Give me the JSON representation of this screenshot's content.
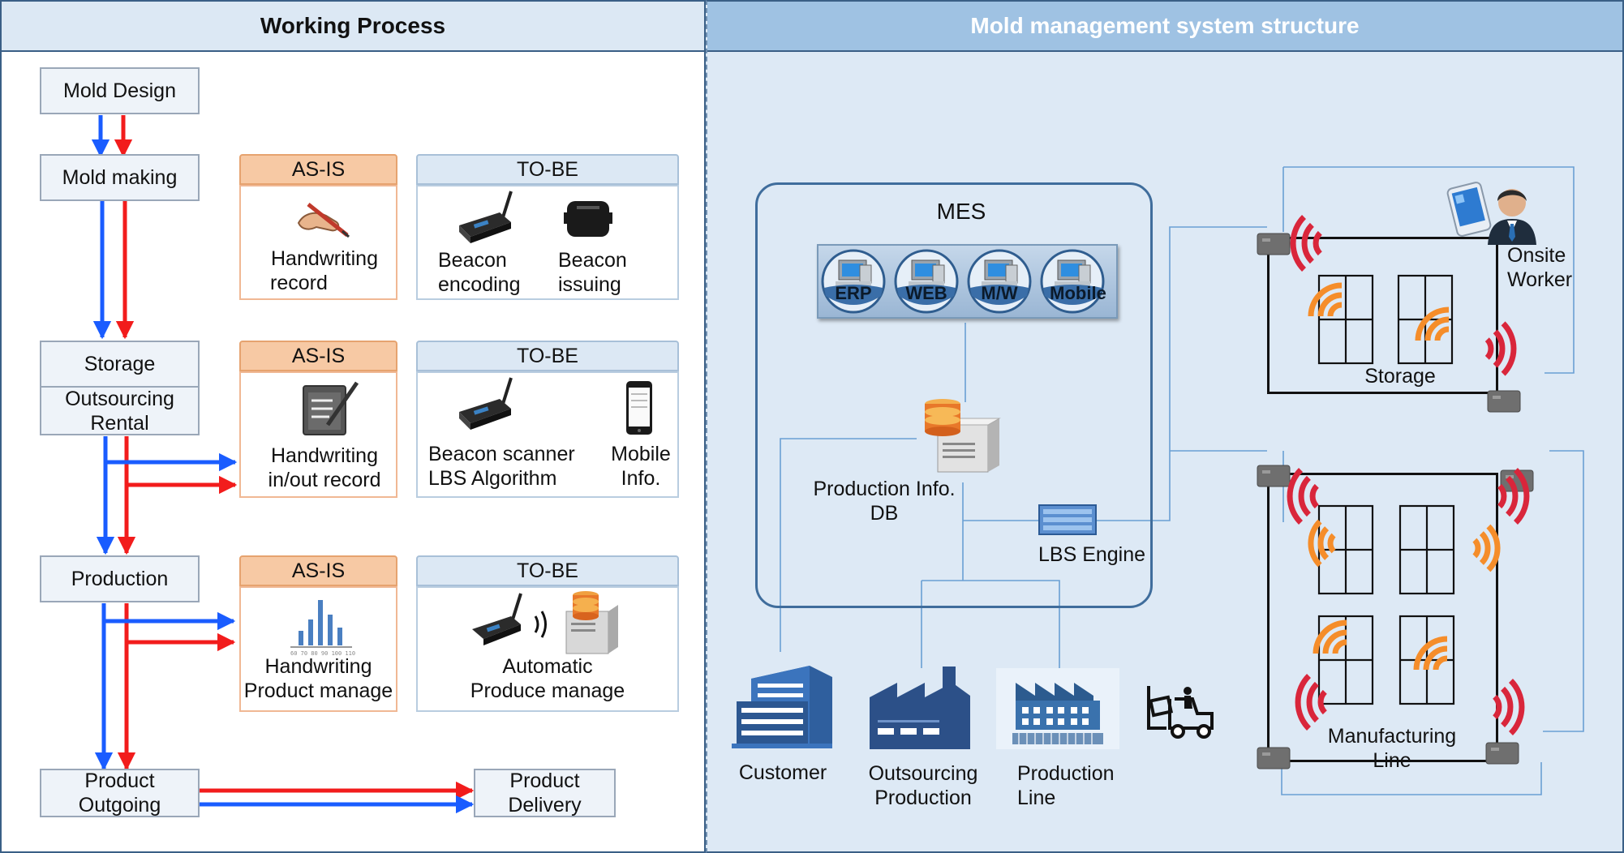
{
  "panels": {
    "left_title": "Working Process",
    "right_title": "Mold management system structure"
  },
  "process": {
    "mold_design": "Mold Design",
    "mold_making": "Mold making",
    "storage": "Storage",
    "outsourcing_rental": [
      "Outsourcing",
      "Rental"
    ],
    "production": "Production",
    "product_outgoing": [
      "Product",
      "Outgoing"
    ],
    "product_delivery": [
      "Product",
      "Delivery"
    ]
  },
  "compare": {
    "asis_label": "AS-IS",
    "tobe_label": "TO-BE",
    "row1": {
      "asis": [
        "Handwriting",
        "record"
      ],
      "tobe_a": [
        "Beacon",
        "encoding"
      ],
      "tobe_b": [
        "Beacon",
        "issuing"
      ]
    },
    "row2": {
      "asis": [
        "Handwriting",
        "in/out record"
      ],
      "tobe_a": [
        "Beacon scanner",
        "LBS Algorithm"
      ],
      "tobe_b": [
        "Mobile",
        "Info."
      ]
    },
    "row3": {
      "asis": [
        "Handwriting",
        "Product manage"
      ],
      "tobe": [
        "Automatic",
        "Produce manage"
      ]
    }
  },
  "system": {
    "mes_label": "MES",
    "modules": [
      "ERP",
      "WEB",
      "M/W",
      "Mobile"
    ],
    "db_label": [
      "Production Info.",
      "DB"
    ],
    "lbs_label": "LBS Engine",
    "entities": {
      "customer": "Customer",
      "outsourcing": [
        "Outsourcing",
        "Production"
      ],
      "production_line": [
        "Production",
        "Line"
      ]
    },
    "storage_label": "Storage",
    "worker_label": [
      "Onsite",
      "Worker"
    ],
    "manufacturing_label": [
      "Manufacturing",
      "Line"
    ]
  },
  "colors": {
    "arrow_blue": "#1a5cff",
    "arrow_red": "#f21c1c",
    "right_bg": "#dde9f5",
    "header_bg": "#dce8f4",
    "right_header_bg": "#9fc2e3",
    "signal_red": "#d9263b",
    "signal_orange": "#f58d2a"
  }
}
